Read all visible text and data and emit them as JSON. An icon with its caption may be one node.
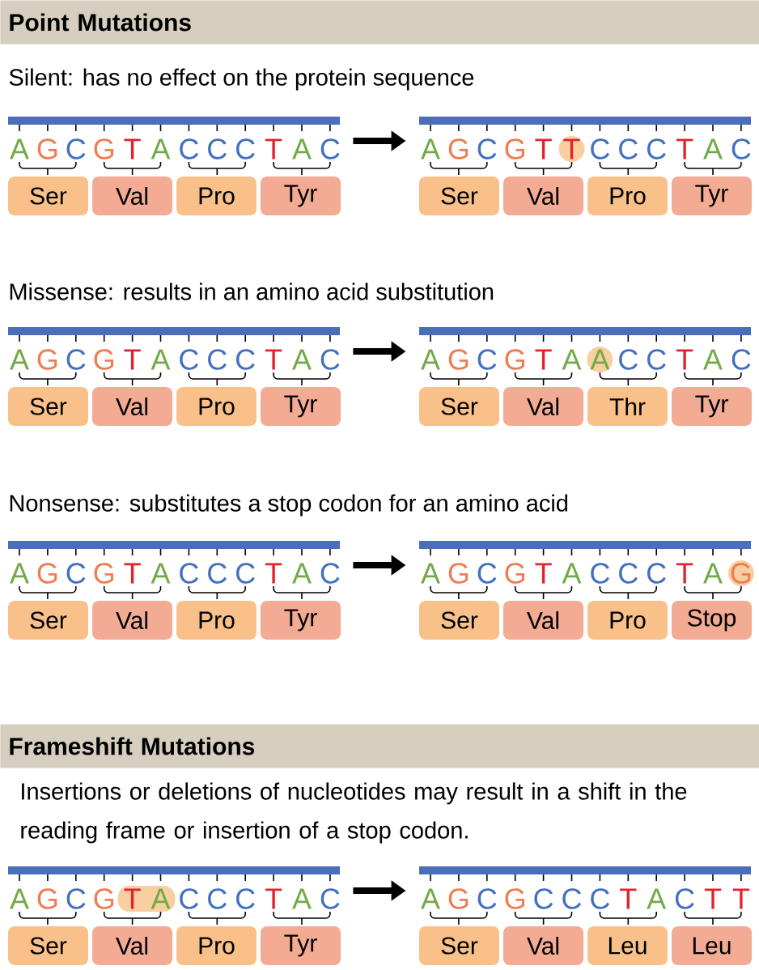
{
  "diagram": {
    "nodes": [
      {
        "text": [
          "Point Mutations"
        ]
      },
      {
        "text": [
          "A",
          "G",
          "C",
          "G",
          "T",
          "A",
          "C",
          "C",
          "C",
          "T",
          "A",
          "C"
        ]
      },
      {
        "text": [
          "A",
          "G",
          "C",
          "G",
          "T",
          "T",
          "C",
          "C",
          "C",
          "T",
          "A",
          "C"
        ]
      },
      {
        "text": [
          "Ser"
        ]
      },
      {
        "text": [
          "Val"
        ]
      },
      {
        "text": [
          "Pro"
        ]
      },
      {
        "text": [
          "Tyr"
        ]
      },
      {
        "text": [
          "Ser"
        ]
      },
      {
        "text": [
          "Val"
        ]
      },
      {
        "text": [
          "Pro"
        ]
      },
      {
        "text": [
          "Tyr"
        ]
      },
      {
        "text": [
          "A",
          "G",
          "C",
          "G",
          "T",
          "A",
          "C",
          "C",
          "C",
          "T",
          "A",
          "C"
        ]
      },
      {
        "text": [
          "A",
          "G",
          "C",
          "G",
          "T",
          "A",
          "A",
          "C",
          "C",
          "T",
          "A",
          "C"
        ]
      },
      {
        "text": [
          "Ser"
        ]
      },
      {
        "text": [
          "Val"
        ]
      },
      {
        "text": [
          "Pro"
        ]
      },
      {
        "text": [
          "Tyr"
        ]
      },
      {
        "text": [
          "Ser"
        ]
      },
      {
        "text": [
          "Val"
        ]
      },
      {
        "text": [
          "Thr"
        ]
      },
      {
        "text": [
          "Tyr"
        ]
      },
      {
        "text": [
          "A",
          "G",
          "C",
          "G",
          "T",
          "A",
          "C",
          "C",
          "C",
          "T",
          "A",
          "C"
        ]
      },
      {
        "text": [
          "A",
          "G",
          "C",
          "G",
          "T",
          "A",
          "C",
          "C",
          "C",
          "T",
          "A",
          "G"
        ]
      },
      {
        "text": [
          "Ser"
        ]
      },
      {
        "text": [
          "Val"
        ]
      },
      {
        "text": [
          "Pro"
        ]
      },
      {
        "text": [
          "Tyr"
        ]
      },
      {
        "text": [
          "Ser"
        ]
      },
      {
        "text": [
          "Val"
        ]
      },
      {
        "text": [
          "Pro"
        ]
      },
      {
        "text": [
          "Stop"
        ]
      },
      {
        "text": [
          "Frameshift Mutations"
        ]
      },
      {
        "text": [
          "A",
          "G",
          "C",
          "G",
          "T",
          "A",
          "C",
          "C",
          "C",
          "T",
          "A",
          "C"
        ]
      },
      {
        "text": [
          "A",
          "G",
          "C",
          "G",
          "C",
          "C",
          "C",
          "T",
          "A",
          "C",
          "T",
          "T"
        ]
      },
      {
        "text": [
          "Ser"
        ]
      },
      {
        "text": [
          "Val"
        ]
      },
      {
        "text": [
          "Pro"
        ]
      },
      {
        "text": [
          "Tyr"
        ]
      },
      {
        "text": [
          "Ser"
        ]
      },
      {
        "text": [
          "Val"
        ]
      },
      {
        "text": [
          "Leu"
        ]
      },
      {
        "text": [
          "Leu"
        ]
      }
    ],
    "edges": [
      {
        "from": 1,
        "to": 2,
        "arrow": "to"
      },
      {
        "from": 11,
        "to": 12,
        "arrow": "to"
      },
      {
        "from": 21,
        "to": 22,
        "arrow": "to"
      },
      {
        "from": 32,
        "to": 33,
        "arrow": "to"
      }
    ],
    "labels": [
      "Silent: has no effect on the protein sequence",
      "Missense: results in an amino acid substitution",
      "Nonsense: substitutes a stop codon for an amino acid",
      "Insertions or deletions of nucleotides may result in a shift in the reading frame or insertion of a stop codon."
    ]
  }
}
